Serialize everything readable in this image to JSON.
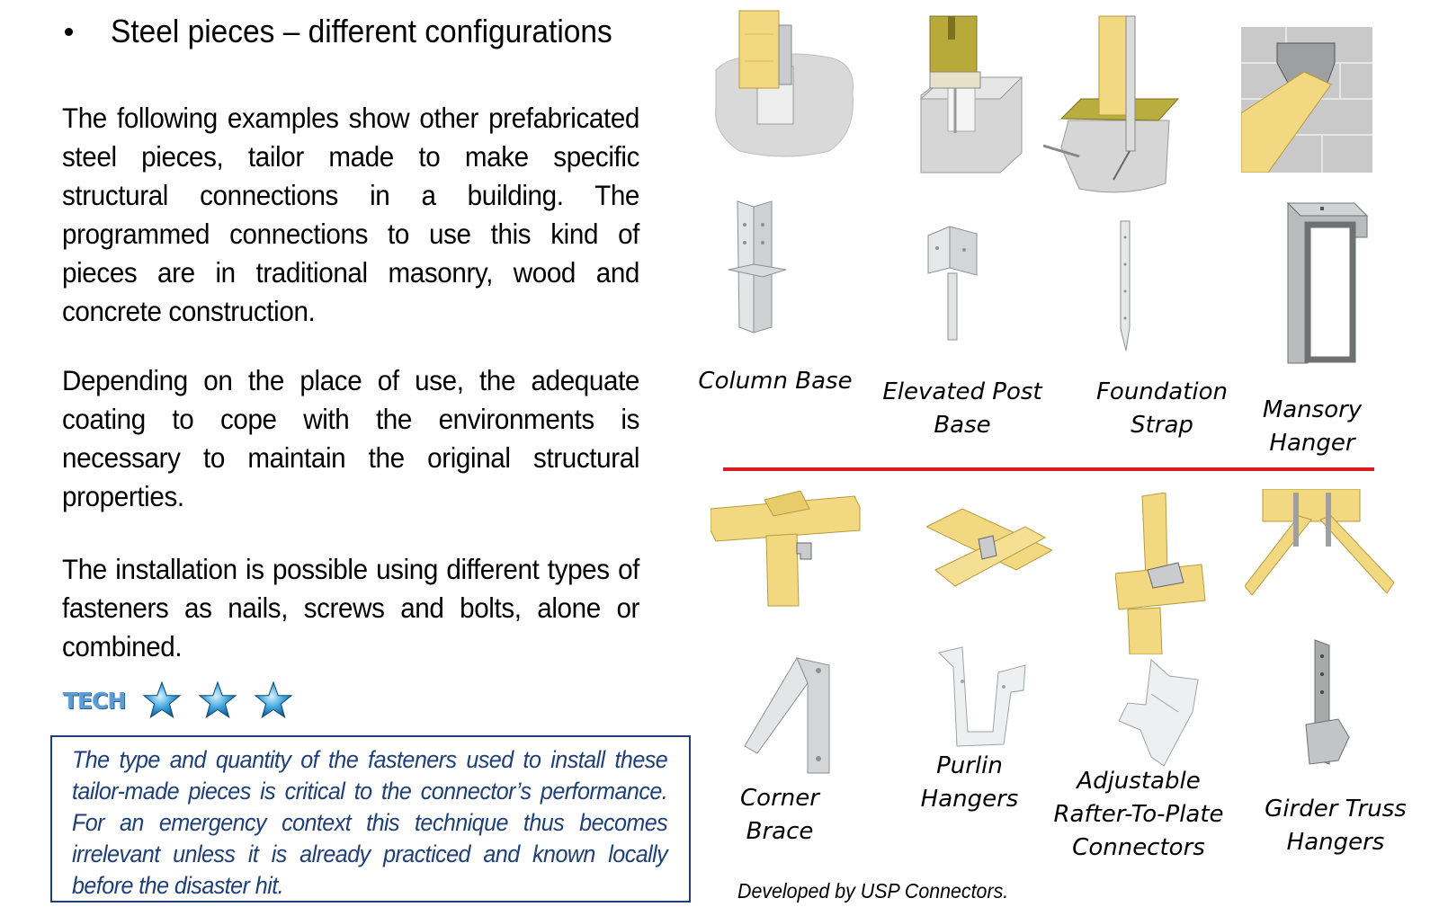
{
  "heading": {
    "bullet": "•",
    "text": "Steel pieces – different configurations"
  },
  "paragraphs": [
    "The following examples show other prefabricated steel pieces, tailor made to make specific structural connections in a building. The programmed connections to use this kind of pieces are in traditional masonry, wood and concrete construction.",
    "Depending on the place of use, the adequate coating to cope with the environments is necessary to maintain the original structural properties.",
    "The installation is possible using different types of fasteners as nails, screws and bolts, alone or combined."
  ],
  "tech_rating": {
    "label": "TECH",
    "stars": 3
  },
  "note": "The type and quantity of the fasteners used to install these tailor-made pieces is critical to the connector’s performance. For an emergency context this technique thus becomes irrelevant unless it is already practiced and known locally before the disaster hit.",
  "connectors_top": [
    {
      "name": "Column Base"
    },
    {
      "name": "Elevated Post Base"
    },
    {
      "name": "Foundation Strap"
    },
    {
      "name": "Mansory Hanger"
    }
  ],
  "connectors_bottom": [
    {
      "name": "Corner Brace"
    },
    {
      "name": "Purlin Hangers"
    },
    {
      "name": "Adjustable Rafter-To-Plate Connectors"
    },
    {
      "name": "Girder Truss Hangers"
    }
  ],
  "credit": "Developed by USP Connectors.",
  "colors": {
    "divider": "#d81e1e",
    "note_border": "#1f3f77",
    "note_text": "#1f3f77",
    "wood": "#f0d77a",
    "steel": "#c9cbcd"
  }
}
